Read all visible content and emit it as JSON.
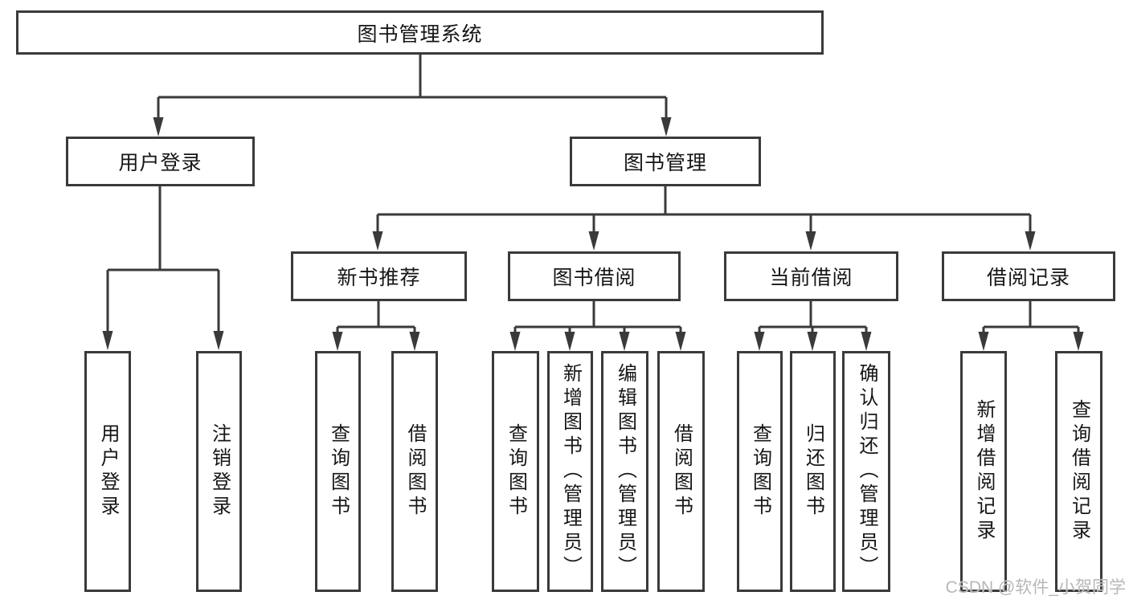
{
  "diagram": {
    "title": "图书管理系统",
    "type": "hierarchy-tree",
    "colors": {
      "line": "#3a3a3a",
      "box_border": "#3a3a3a",
      "box_fill": "#ffffff",
      "text": "#161616",
      "watermark": "#b7b7b7"
    },
    "nodes": {
      "root": {
        "label": "图书管理系统",
        "level": 1
      },
      "user_login": {
        "label": "用户登录",
        "level": 2
      },
      "book_mgmt": {
        "label": "图书管理",
        "level": 2
      },
      "new_book_rec": {
        "label": "新书推荐",
        "level": 3
      },
      "book_borrow": {
        "label": "图书借阅",
        "level": 3
      },
      "current_borrow": {
        "label": "当前借阅",
        "level": 3
      },
      "borrow_record": {
        "label": "借阅记录",
        "level": 3
      },
      "login": {
        "label": "用户登录",
        "level": 4
      },
      "logout": {
        "label": "注销登录",
        "level": 4
      },
      "nbr_query_book": {
        "label": "查询图书",
        "level": 4
      },
      "nbr_borrow_book": {
        "label": "借阅图书",
        "level": 4
      },
      "bb_query_book": {
        "label": "查询图书",
        "level": 4
      },
      "bb_add_book_admin": {
        "label": "新增图书（管理员）",
        "level": 4
      },
      "bb_edit_book_admin": {
        "label": "编辑图书（管理员）",
        "level": 4
      },
      "bb_borrow_book": {
        "label": "借阅图书",
        "level": 4
      },
      "cb_query_book": {
        "label": "查询图书",
        "level": 4
      },
      "cb_return_book": {
        "label": "归还图书",
        "level": 4
      },
      "cb_confirm_return_admin": {
        "label": "确认归还（管理员）",
        "level": 4
      },
      "br_add_record": {
        "label": "新增借阅记录",
        "level": 4
      },
      "br_query_record": {
        "label": "查询借阅记录",
        "level": 4
      }
    },
    "edges": [
      {
        "from": "root",
        "to": "user_login"
      },
      {
        "from": "root",
        "to": "book_mgmt"
      },
      {
        "from": "user_login",
        "to": "login"
      },
      {
        "from": "user_login",
        "to": "logout"
      },
      {
        "from": "book_mgmt",
        "to": "new_book_rec"
      },
      {
        "from": "book_mgmt",
        "to": "book_borrow"
      },
      {
        "from": "book_mgmt",
        "to": "current_borrow"
      },
      {
        "from": "book_mgmt",
        "to": "borrow_record"
      },
      {
        "from": "new_book_rec",
        "to": "nbr_query_book"
      },
      {
        "from": "new_book_rec",
        "to": "nbr_borrow_book"
      },
      {
        "from": "book_borrow",
        "to": "bb_query_book"
      },
      {
        "from": "book_borrow",
        "to": "bb_add_book_admin"
      },
      {
        "from": "book_borrow",
        "to": "bb_edit_book_admin"
      },
      {
        "from": "book_borrow",
        "to": "bb_borrow_book"
      },
      {
        "from": "current_borrow",
        "to": "cb_query_book"
      },
      {
        "from": "current_borrow",
        "to": "cb_return_book"
      },
      {
        "from": "current_borrow",
        "to": "cb_confirm_return_admin"
      },
      {
        "from": "borrow_record",
        "to": "br_add_record"
      },
      {
        "from": "borrow_record",
        "to": "br_query_record"
      }
    ]
  },
  "watermark": "CSDN @软件_小贺同学"
}
